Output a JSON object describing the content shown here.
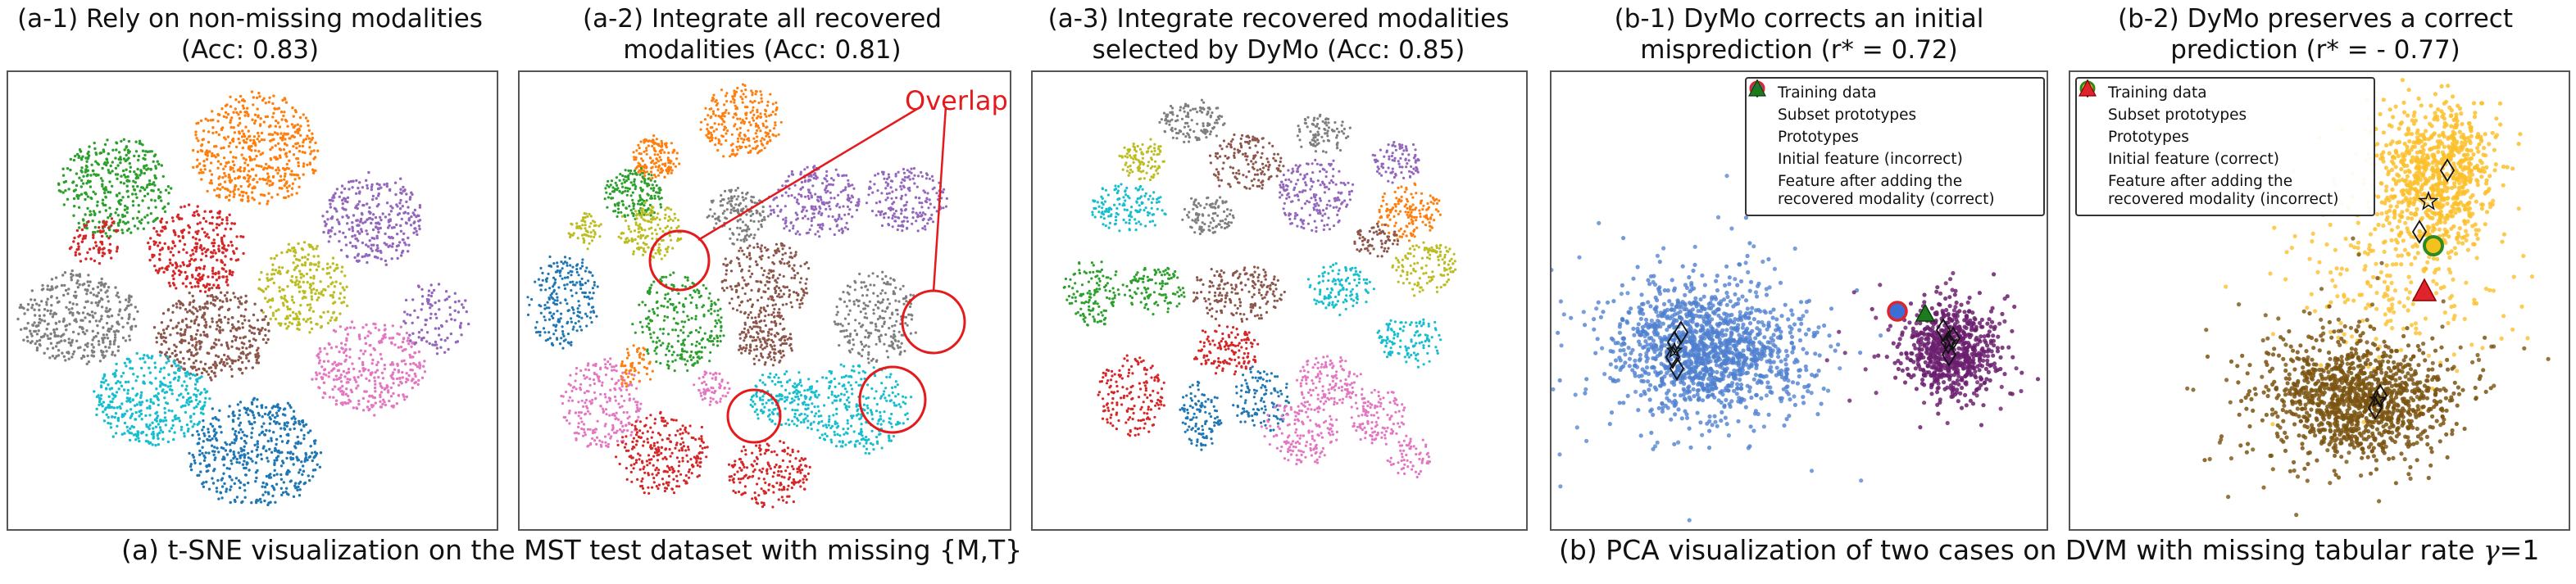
{
  "panels": [
    {
      "title_line1": "(a-1) Rely on non-missing modalities",
      "title_line2": "(Acc: 0.83)"
    },
    {
      "title_line1": "(a-2) Integrate all recovered",
      "title_line2": "modalities (Acc: 0.81)"
    },
    {
      "title_line1": "(a-3) Integrate recovered modalities",
      "title_line2": "selected by DyMo (Acc: 0.85)"
    },
    {
      "title_line1": "(b-1) DyMo corrects an initial",
      "title_line2": "misprediction (r* = 0.72)"
    },
    {
      "title_line1": "(b-2) DyMo preserves a correct",
      "title_line2": "prediction (r* = - 0.77)"
    }
  ],
  "annotations": {
    "overlap_label": "Overlap"
  },
  "captions": {
    "left": "(a) t-SNE visualization on the MST test dataset with missing {M,T}",
    "right_prefix": "(b) PCA visualization of two cases on DVM with missing tabular rate ",
    "right_symbol": "γ",
    "right_suffix": "=1"
  },
  "legend_b1": [
    {
      "icon": "circle-gray",
      "label": "Training data"
    },
    {
      "icon": "diamond-outline",
      "label": "Subset prototypes"
    },
    {
      "icon": "star-outline",
      "label": "Prototypes"
    },
    {
      "icon": "circle-blue-red-edge",
      "label": "Initial feature (incorrect)"
    },
    {
      "icon": "triangle-green",
      "label": "Feature after adding the recovered modality (correct)"
    }
  ],
  "legend_b2": [
    {
      "icon": "circle-gray",
      "label": "Training data"
    },
    {
      "icon": "diamond-outline",
      "label": "Subset prototypes"
    },
    {
      "icon": "star-outline",
      "label": "Prototypes"
    },
    {
      "icon": "circle-yellow-green-edge",
      "label": "Initial feature (correct)"
    },
    {
      "icon": "triangle-red",
      "label": "Feature after adding the recovered modality (incorrect)"
    }
  ],
  "colors": {
    "tsne_classes": [
      "#1f77b4",
      "#ff7f0e",
      "#2ca02c",
      "#d62728",
      "#9467bd",
      "#8c564b",
      "#e377c2",
      "#7f7f7f",
      "#bcbd22",
      "#17becf"
    ],
    "b1_class_a": "#4f7fcf",
    "b1_class_b": "#6b1f6e",
    "b2_class_a": "#fbbf2a",
    "b2_class_b": "#7a5410",
    "overlap_circle": "#e41a1c"
  },
  "chart_data": [
    {
      "type": "scatter",
      "subplot": "a-1",
      "method": "t-SNE",
      "classes": 10,
      "accuracy": 0.83,
      "axes": "hidden"
    },
    {
      "type": "scatter",
      "subplot": "a-2",
      "method": "t-SNE",
      "classes": 10,
      "accuracy": 0.81,
      "axes": "hidden",
      "overlap_regions": 4
    },
    {
      "type": "scatter",
      "subplot": "a-3",
      "method": "t-SNE",
      "classes": 10,
      "accuracy": 0.85,
      "axes": "hidden"
    },
    {
      "type": "scatter",
      "subplot": "b-1",
      "method": "PCA",
      "r_star": 0.72,
      "axes": "hidden",
      "legend": "top-right"
    },
    {
      "type": "scatter",
      "subplot": "b-2",
      "method": "PCA",
      "r_star": -0.77,
      "axes": "hidden",
      "legend": "top-left"
    }
  ]
}
